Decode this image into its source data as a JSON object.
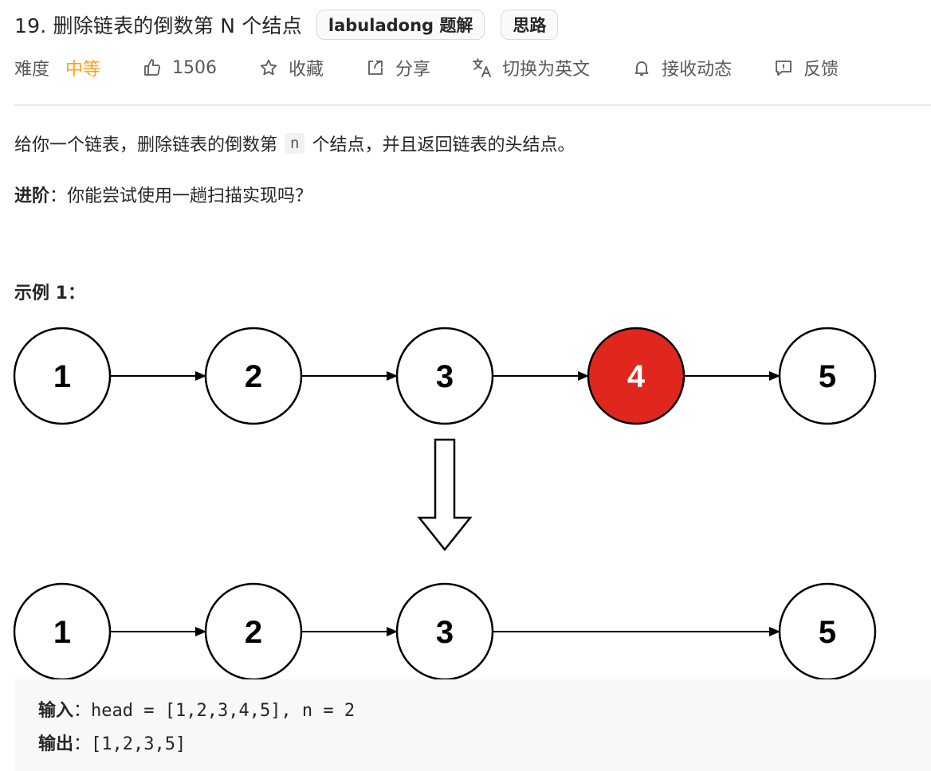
{
  "problem": {
    "title": "19. 删除链表的倒数第 N 个结点",
    "tags": [
      "labuladong 题解",
      "思路"
    ]
  },
  "meta": {
    "difficulty_label": "难度",
    "difficulty_value": "中等",
    "likes": "1506",
    "favorite": "收藏",
    "share": "分享",
    "translate": "切换为英文",
    "subscribe": "接收动态",
    "feedback": "反馈"
  },
  "description": {
    "part1": "给你一个链表，删除链表的倒数第",
    "code": "n",
    "part2": "个结点，并且返回链表的头结点。",
    "advance_label": "进阶",
    "advance_text": "：你能尝试使用一趟扫描实现吗？"
  },
  "example": {
    "label": "示例 1：",
    "before_nodes": [
      "1",
      "2",
      "3",
      "4",
      "5"
    ],
    "after_nodes": [
      "1",
      "2",
      "3",
      "5"
    ],
    "highlight_color": "#e0271d",
    "input_label": "输入",
    "input_value": "：head = [1,2,3,4,5], n = 2",
    "output_label": "输出",
    "output_value": "：[1,2,3,5]"
  }
}
